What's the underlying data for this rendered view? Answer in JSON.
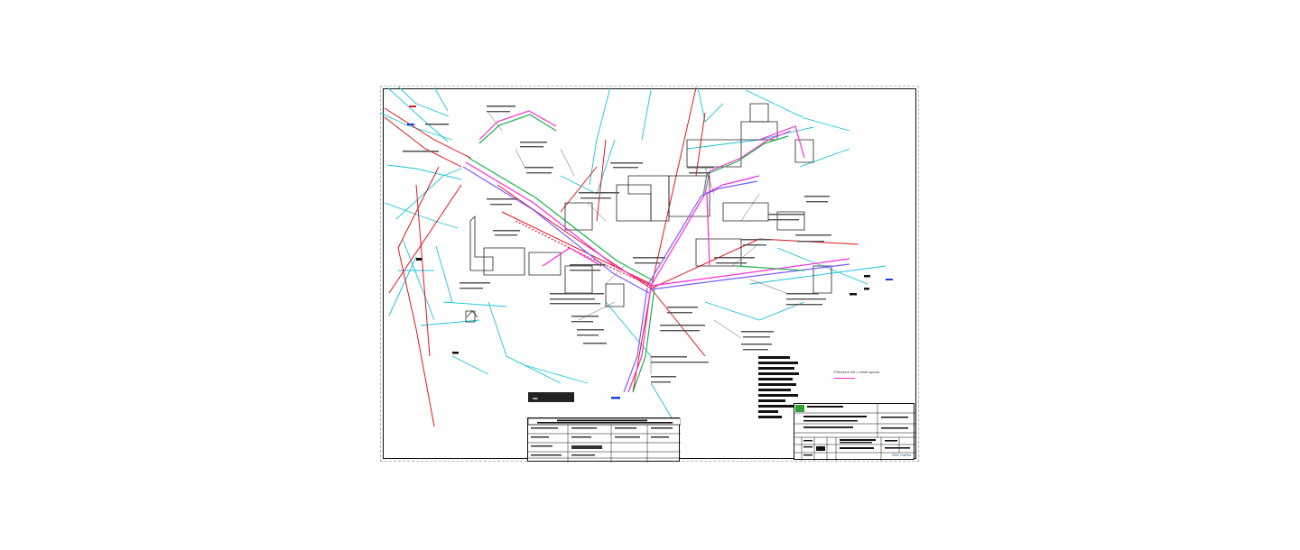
{
  "drawing": {
    "legend_text": "Přeložení sítí v místě sjezdu",
    "company_logo": "MBG",
    "colors": {
      "gas_main": "#ff2ad4",
      "water_main": "#e6141e",
      "parcel_lines": "#17c4d8",
      "buildings": "#222222",
      "title_green": "#2f9e3a"
    }
  },
  "titleblock": {
    "logo": "green-square-logo",
    "footer_logo": "RWE GasNet"
  }
}
